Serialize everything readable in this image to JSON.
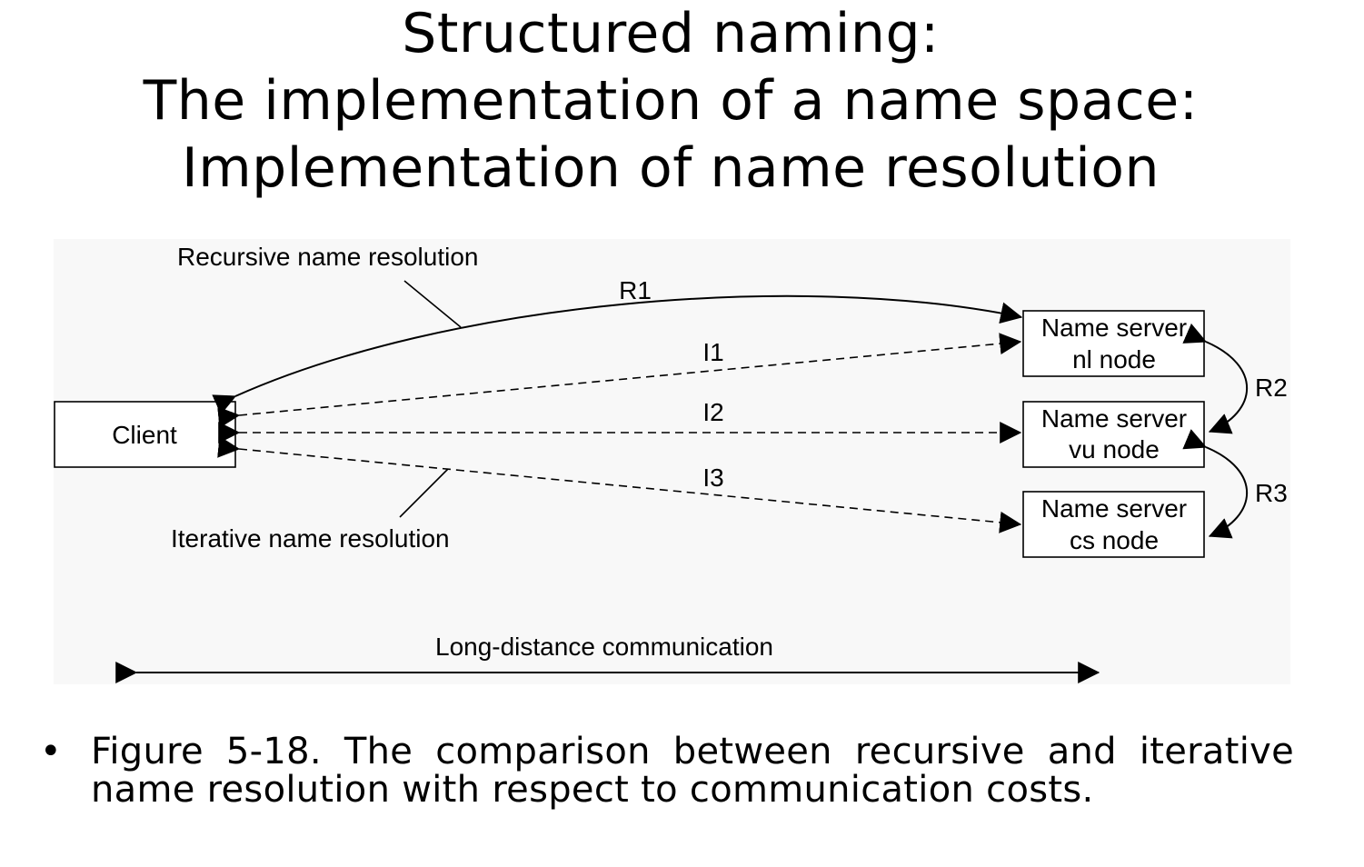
{
  "title": {
    "line1": "Structured naming:",
    "line2": "The implementation of a name space:",
    "line3": "Implementation of name resolution"
  },
  "diagram": {
    "client_label": "Client",
    "servers": [
      {
        "line1": "Name server",
        "line2": "nl node"
      },
      {
        "line1": "Name server",
        "line2": "vu node"
      },
      {
        "line1": "Name server",
        "line2": "cs node"
      }
    ],
    "recursive_label": "Recursive name resolution",
    "iterative_label": "Iterative name resolution",
    "arrows": {
      "r1": "R1",
      "r2": "R2",
      "r3": "R3",
      "i1": "I1",
      "i2": "I2",
      "i3": "I3"
    },
    "long_distance_label": "Long-distance communication"
  },
  "caption": {
    "bullet": "•",
    "text": "Figure 5-18. The comparison between recursive and iterative name resolution with respect to communication costs."
  }
}
